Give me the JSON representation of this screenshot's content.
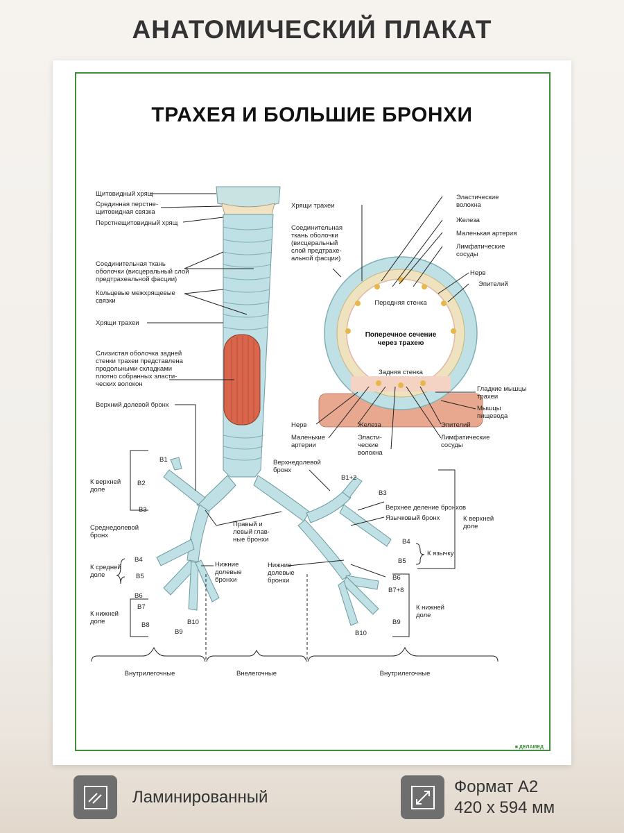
{
  "header": {
    "title": "АНАТОМИЧЕСКИЙ ПЛАКАТ"
  },
  "poster": {
    "title": "ТРАХЕЯ И БОЛЬШИЕ БРОНХИ",
    "brand": "ДЕЛАМЕД",
    "left_labels": {
      "thyroid_cartilage": "Щитовидный хрящ",
      "cricothyroid_lig_1": "Срединная перстне-",
      "cricothyroid_lig_2": "щитовидная связка",
      "cricoid_cartilage": "Перстнещитовидный хрящ",
      "connective_1": "Соединительная ткань",
      "connective_2": "оболочки (висцеральный слой",
      "connective_3": "предтрахеальной фасции)",
      "annular_1": "Кольцевые межхрящевые",
      "annular_2": "связки",
      "tracheal_cartilages": "Хрящи трахеи",
      "mucosa_1": "Слизистая оболочка задней",
      "mucosa_2": "стенки трахеи представлена",
      "mucosa_3": "продольными складками",
      "mucosa_4": "плотно собранных эласти-",
      "mucosa_5": "ческих волокон",
      "upper_lobe_bronchus": "Верхний долевой бронх",
      "middle_lobe_1": "Среднедолевой",
      "middle_lobe_2": "бронх",
      "to_upper_1": "К верхней",
      "to_upper_2": "доле",
      "to_middle_1": "К средней",
      "to_middle_2": "доле",
      "to_lower_1": "К нижней",
      "to_lower_2": "доле",
      "main_bronchi_1": "Правый и",
      "main_bronchi_2": "левый глав-",
      "main_bronchi_3": "ные бронхи",
      "lower_lobe_1": "Нижние",
      "lower_lobe_2": "долевые",
      "lower_lobe_3": "бронхи"
    },
    "right_labels": {
      "upper_lobe_1": "Верхнедолевой",
      "upper_lobe_2": "бронх",
      "upper_division": "Верхнее деление бронхов",
      "lingular": "Язычковый бронх",
      "to_upper_1": "К верхней",
      "to_upper_2": "доле",
      "to_lingula": "К язычку",
      "to_lower_1": "К нижней",
      "to_lower_2": "доле",
      "lower_lobe_1": "Нижние",
      "lower_lobe_2": "долевые",
      "lower_lobe_3": "бронхи"
    },
    "segments_left": [
      "B1",
      "B2",
      "B3",
      "B4",
      "B5",
      "B6",
      "B7",
      "B8",
      "B9",
      "B10"
    ],
    "segments_right": [
      "B1+2",
      "B3",
      "B4",
      "B5",
      "B6",
      "B7+8",
      "B9",
      "B10"
    ],
    "cross_section": {
      "title_1": "Поперечное сечение",
      "title_2": "через трахею",
      "anterior_wall": "Передняя стенка",
      "posterior_wall": "Задняя стенка",
      "cartilages": "Хрящи трахеи",
      "connective_1": "Соединительная",
      "connective_2": "ткань оболочки",
      "connective_3": "(висцеральный",
      "connective_4": "слой предтрахе-",
      "connective_5": "альной фасции)",
      "elastic_1": "Эластические",
      "elastic_2": "волокна",
      "gland": "Железа",
      "small_artery": "Маленькая артерия",
      "lymph_1": "Лимфатические",
      "lymph_2": "сосуды",
      "nerve": "Нерв",
      "epithelium": "Эпителий",
      "smooth_1": "Гладкие мышцы",
      "smooth_2": "трахеи",
      "esoph_1": "Мышцы",
      "esoph_2": "пищевода",
      "b_nerve": "Нерв",
      "b_arteries_1": "Маленькие",
      "b_arteries_2": "артерии",
      "b_gland": "Железа",
      "b_elastic_1": "Эласти-",
      "b_elastic_2": "ческие",
      "b_elastic_3": "волокна",
      "b_epithelium": "Эпителий",
      "b_lymph_1": "Лимфатические",
      "b_lymph_2": "сосуды"
    },
    "bottom_labels": {
      "intrapulmonary_left": "Внутрилегочные",
      "extrapulmonary": "Внелегочные",
      "intrapulmonary_right": "Внутрилегочные"
    }
  },
  "footer": {
    "laminated": "Ламинированный",
    "format_line1": "Формат А2",
    "format_line2": "420 х 594 мм"
  },
  "colors": {
    "frame": "#3f8f3a",
    "trachea": "#bfe0e4",
    "mucosa": "#d9654b",
    "icon_bg": "#6e6e6e"
  }
}
